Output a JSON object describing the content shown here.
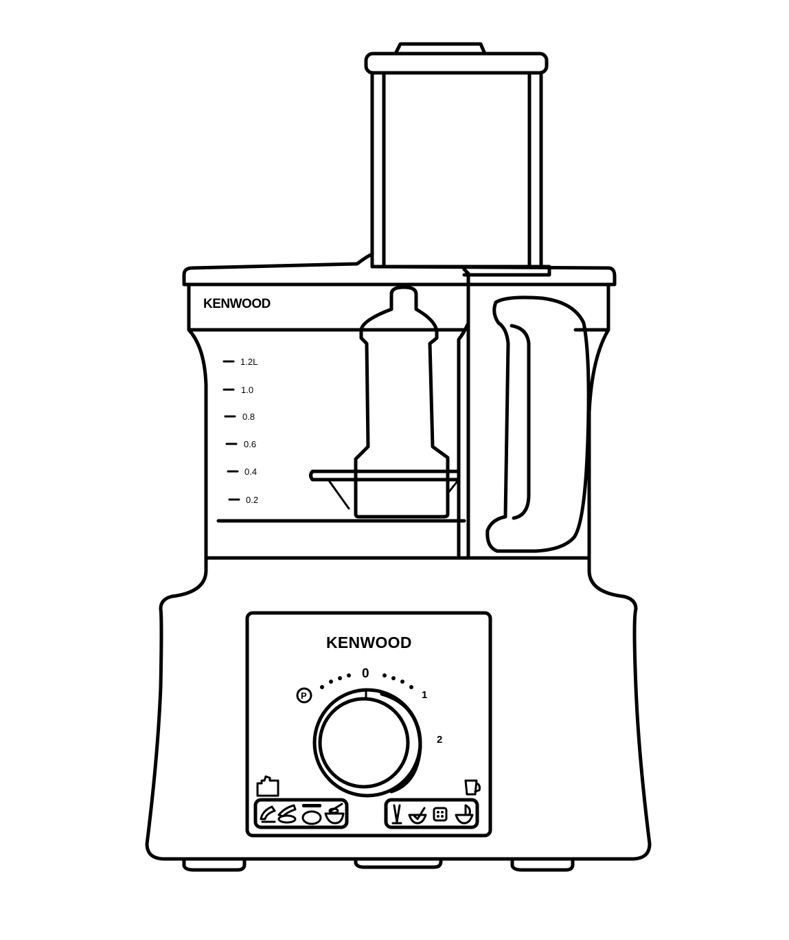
{
  "bowl": {
    "brand": "KENWOOD",
    "capacity_marks": [
      "1.2L",
      "1.0",
      "0.8",
      "0.6",
      "0.4",
      "0.2"
    ]
  },
  "base": {
    "brand": "KENWOOD",
    "speed_dial": {
      "pulse": "P",
      "off": "0",
      "speed_1": "1",
      "speed_2": "2"
    },
    "icons_left": [
      "slicing-disc-icon",
      "grating-disc-icon",
      "chopping-blade-icon",
      "whisk-bowl-icon"
    ],
    "icons_right": [
      "dough-tool-icon",
      "emulsifying-icon",
      "citrus-juicer-icon",
      "blender-icon"
    ]
  }
}
